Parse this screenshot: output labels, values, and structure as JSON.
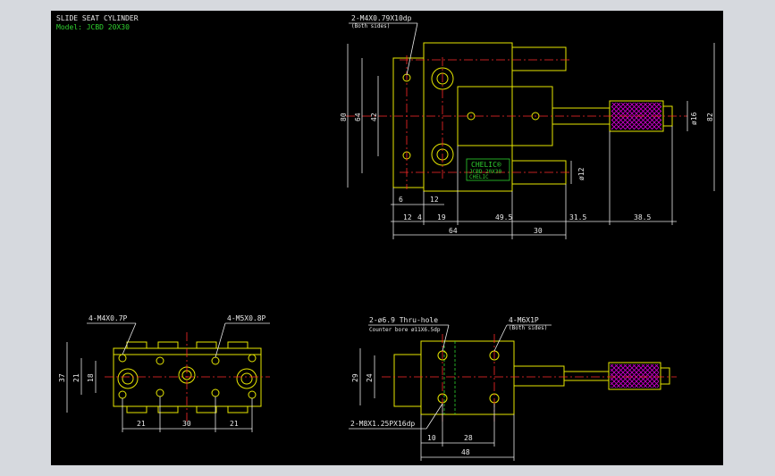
{
  "title": {
    "line1": "SLIDE SEAT CYLINDER",
    "line2": "Model: JCBD 20X30"
  },
  "colors": {
    "background": "#000000",
    "frame": "#d6d9de",
    "outline": "#e6e600",
    "dimension": "#e8e8e8",
    "centerline": "#ff2a2a",
    "title": "#2fd12f",
    "knurl": "#d000d0"
  },
  "top_view": {
    "callout_main": "2-M4X0.79X10dp",
    "callout_sub": "(Both sides)",
    "dims_left": [
      "80",
      "64",
      "42"
    ],
    "dims_right": [
      "ø16",
      "82"
    ],
    "dim_rod": "ø12",
    "dims_bottom_row1": [
      "6",
      "12",
      "4",
      "19",
      "12",
      "49.5",
      "31.5",
      "38.5"
    ],
    "dims_bottom_row2": [
      "64",
      "30"
    ],
    "label_brand": "CHELIC®",
    "label_small": [
      "JCBD 20X30",
      "CHELIC"
    ]
  },
  "bottom_left_view": {
    "callout_left": "4-M4X0.7P",
    "callout_right": "4-M5X0.8P",
    "dims_left": [
      "37",
      "21",
      "18"
    ],
    "dims_bottom": [
      "21",
      "30",
      "21"
    ]
  },
  "bottom_right_view": {
    "callout_hole_1": "2-ø6.9  Thru-hole",
    "callout_hole_2": "Counter bore  ø11X6.5dp",
    "callout_thread": "4-M6X1P",
    "callout_thread_sub": "(Both sides)",
    "callout_bottom": "2-M8X1.25PX16dp",
    "dims_left": [
      "29",
      "24"
    ],
    "dims_bottom": [
      "10",
      "28",
      "48"
    ]
  }
}
